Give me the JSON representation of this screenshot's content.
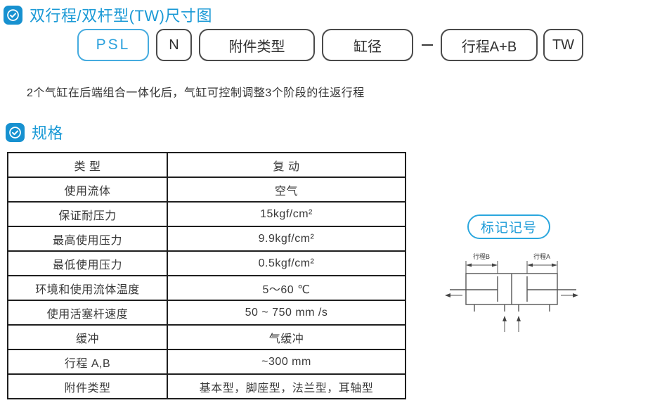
{
  "section1": {
    "title": "双行程/双杆型(TW)尺寸图",
    "icon": "check-circle-icon"
  },
  "model_code": {
    "boxes": [
      {
        "label": "PSL"
      },
      {
        "label": "N"
      },
      {
        "label": "附件类型"
      },
      {
        "label": "缸径"
      },
      {
        "label": "行程A+B"
      },
      {
        "label": "TW"
      }
    ],
    "separator": "—"
  },
  "description": "2个气缸在后端组合一体化后，气缸可控制调整3个阶段的往返行程",
  "section2": {
    "title": "规格"
  },
  "spec_table": {
    "rows": [
      {
        "label": "类 型",
        "value": "复 动"
      },
      {
        "label": "使用流体",
        "value": "空气"
      },
      {
        "label": "保证耐压力",
        "value": "15kgf/cm²"
      },
      {
        "label": "最高使用压力",
        "value": "9.9kgf/cm²"
      },
      {
        "label": "最低使用压力",
        "value": "0.5kgf/cm²"
      },
      {
        "label": "环境和使用流体温度",
        "value": "5～60 ℃"
      },
      {
        "label": "使用活塞杆速度",
        "value": "50 ~ 750 mm /s"
      },
      {
        "label": "缓冲",
        "value": "气缓冲"
      },
      {
        "label": "行程  A,B",
        "value": "~300 mm"
      },
      {
        "label": "附件类型",
        "value": "基本型，脚座型，法兰型，耳轴型"
      }
    ]
  },
  "mark_symbol": {
    "badge": "标记记号",
    "stroke_b_label": "行程B",
    "stroke_a_label": "行程A"
  },
  "colors": {
    "accent_blue": "#1b9ad6",
    "icon_blue": "#1791d0",
    "box_blue_border": "#45abdf",
    "table_border": "#1f1f1f",
    "diagram_line": "#555555"
  }
}
